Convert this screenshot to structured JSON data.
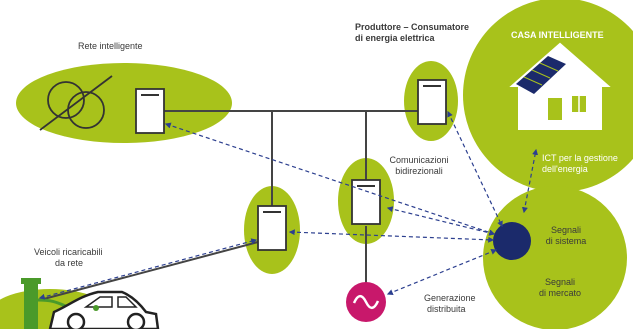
{
  "colors": {
    "green": "#a8c21b",
    "dark_blue": "#1b2a6b",
    "magenta": "#c8186b",
    "line": "#444444",
    "dashed_arrow": "#2c3f8f"
  },
  "labels": {
    "rete_intelligente": "Rete intelligente",
    "produttore_line1": "Produttore – Consumatore",
    "produttore_line2": "di energia elettrica",
    "casa_intelligente": "CASA INTELLIGENTE",
    "ict_line1": "ICT per la gestione",
    "ict_line2": "dell'energia",
    "comunicazioni_line1": "Comunicazioni",
    "comunicazioni_line2": "bidirezionali",
    "segnali_sistema_line1": "Segnali",
    "segnali_sistema_line2": "di sistema",
    "segnali_mercato_line1": "Segnali",
    "segnali_mercato_line2": "di mercato",
    "veicoli_line1": "Veicoli ricaricabili",
    "veicoli_line2": "da rete",
    "generazione_line1": "Generazione",
    "generazione_line2": "distribuita"
  },
  "icons": {
    "transformer": "transformer-icon",
    "meter": "smart-meter-icon",
    "house": "house-solar-icon",
    "car": "electric-car-icon",
    "charger": "charging-station-icon",
    "generator": "ac-generator-icon"
  }
}
